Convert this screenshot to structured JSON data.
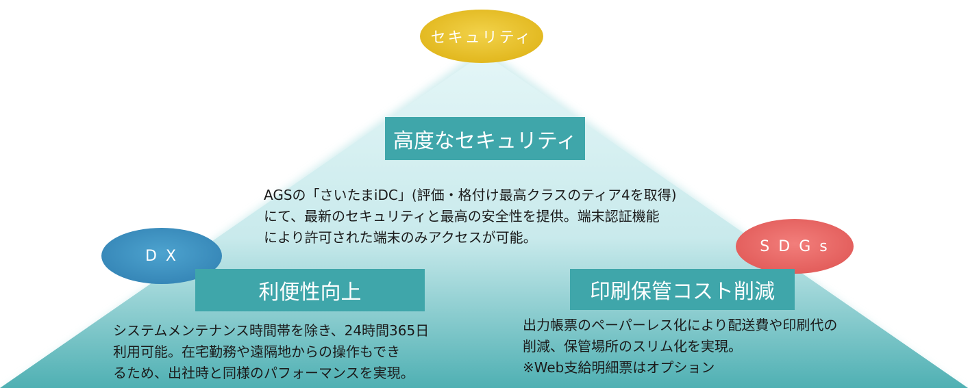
{
  "colors": {
    "teal_banner": "#3fa6aa",
    "triangle_light": "#d3eef0",
    "triangle_dark": "#5cb9bb",
    "yellow_ellipse": "#e9c326",
    "blue_ellipse": "#3f93c2",
    "red_ellipse": "#ea6d6b"
  },
  "ellipses": {
    "security": "セキュリティ",
    "dx": "D X",
    "sdgs": "S D G s"
  },
  "top": {
    "title": "高度なセキュリティ",
    "lines": [
      "AGSの「さいたまiDC」(評価・格付け最高クラスのティア4を取得)",
      "にて、最新のセキュリティと最高の安全性を提供。端末認証機能",
      "により許可された端末のみアクセスが可能。"
    ]
  },
  "left": {
    "title": "利便性向上",
    "lines": [
      "システムメンテナンス時間帯を除き、24時間365日",
      "利用可能。在宅勤務や遠隔地からの操作もでき",
      "るため、出社時と同様のパフォーマンスを実現。"
    ]
  },
  "right": {
    "title": "印刷保管コスト削減",
    "lines": [
      "出力帳票のペーパーレス化により配送費や印刷代の",
      "削減、保管場所のスリム化を実現。",
      "※Web支給明細票はオプション"
    ]
  }
}
